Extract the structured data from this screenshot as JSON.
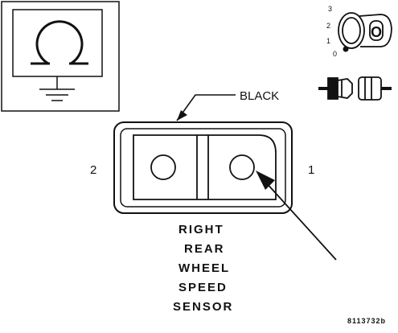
{
  "diagram": {
    "wire_color": "BLACK",
    "pins": {
      "left": "2",
      "right": "1"
    },
    "title_lines": [
      "RIGHT",
      "REAR",
      "WHEEL",
      "SPEED",
      "SENSOR"
    ],
    "figure_code": "8113732b",
    "ignition_positions": [
      "3",
      "2",
      "1",
      "0"
    ],
    "ignition_key_label": "O",
    "icons": [
      "wheel-speed-sensor-symbol-icon",
      "ignition-switch-icon",
      "connector-disconnect-icon"
    ]
  }
}
